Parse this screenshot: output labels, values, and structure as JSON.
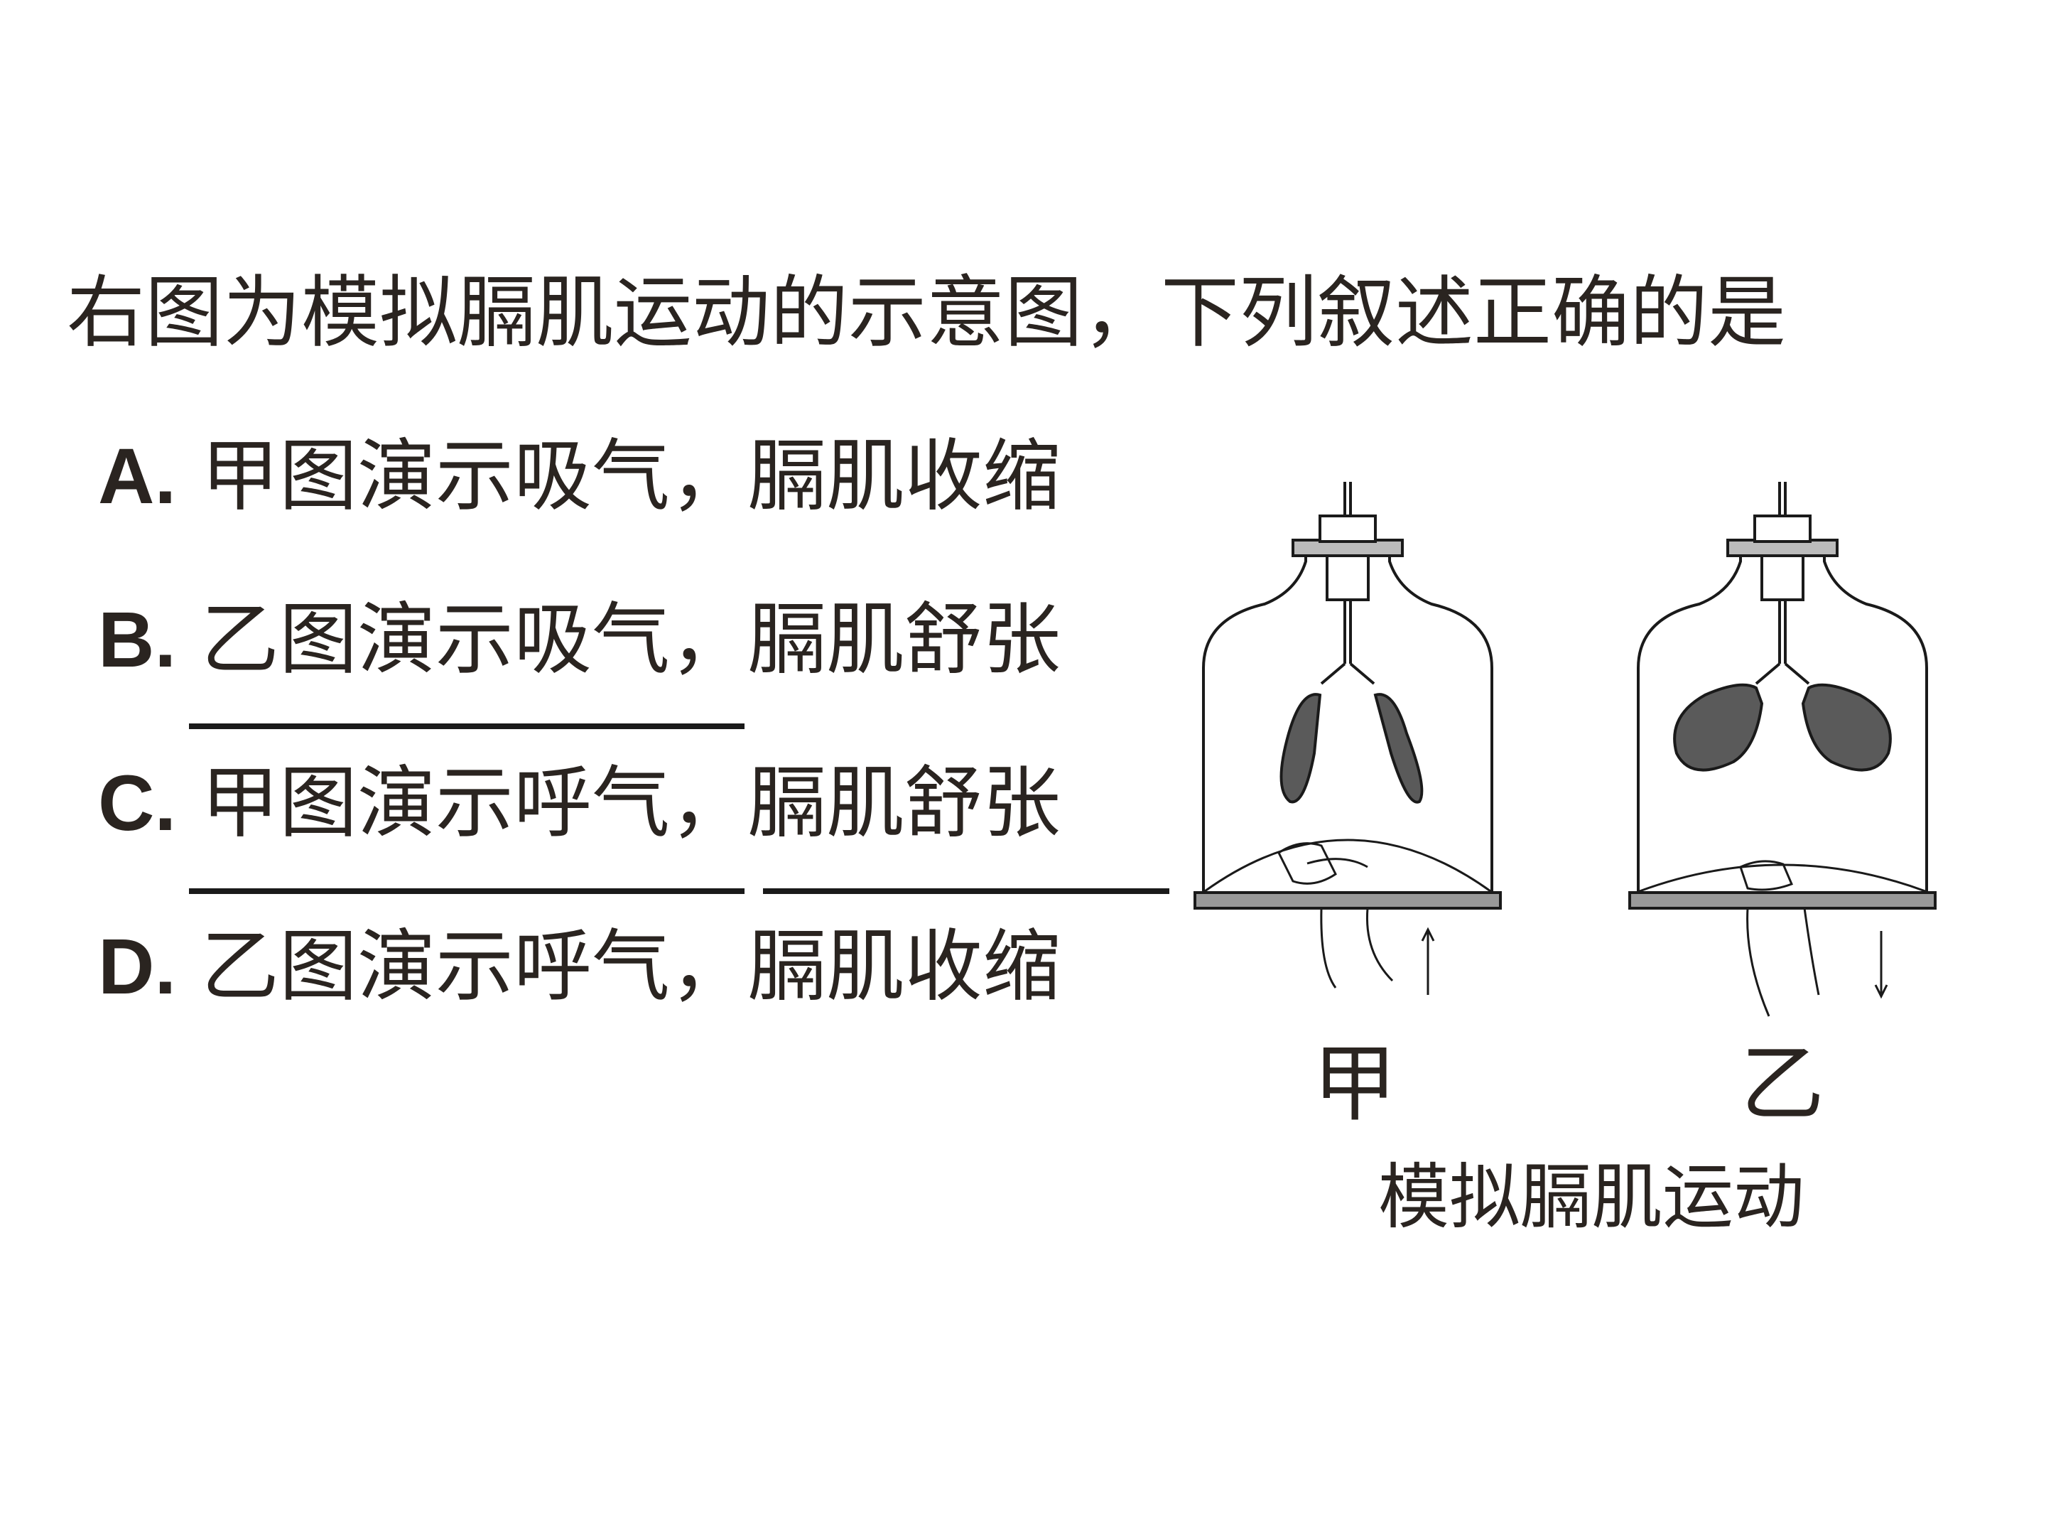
{
  "question": "右图为模拟膈肌运动的示意图，下列叙述正确的是",
  "options": [
    {
      "letter": "A.",
      "text": "甲图演示吸气，膈肌收缩"
    },
    {
      "letter": "B.",
      "text": "乙图演示吸气，膈肌舒张"
    },
    {
      "letter": "C.",
      "text": "甲图演示呼气，膈肌舒张"
    },
    {
      "letter": "D.",
      "text": "乙图演示呼气，膈肌收缩"
    }
  ],
  "figure": {
    "jar_left_label": "甲",
    "jar_right_label": "乙",
    "caption": "模拟膈肌运动",
    "balloon_color": "#5a5a5a",
    "line_color": "#1a1a1a"
  }
}
